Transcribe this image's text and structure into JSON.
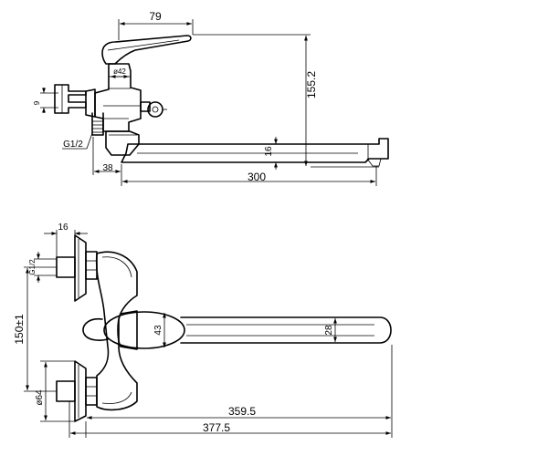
{
  "top_view": {
    "dim_handle_width": "79",
    "dim_body_diameter": "ø42",
    "dim_height": "155.2",
    "dim_side": "9",
    "dim_thread": "G1/2",
    "dim_spout": "16",
    "dim_inlet": "38",
    "dim_spout_length": "300"
  },
  "bottom_view": {
    "dim_nut": "16",
    "dim_thread": "G1/2",
    "dim_centers": "150±1",
    "dim_flange": "ø64",
    "dim_body": "43",
    "dim_spout_width": "28",
    "dim_reach": "359.5",
    "dim_overall": "377.5"
  }
}
